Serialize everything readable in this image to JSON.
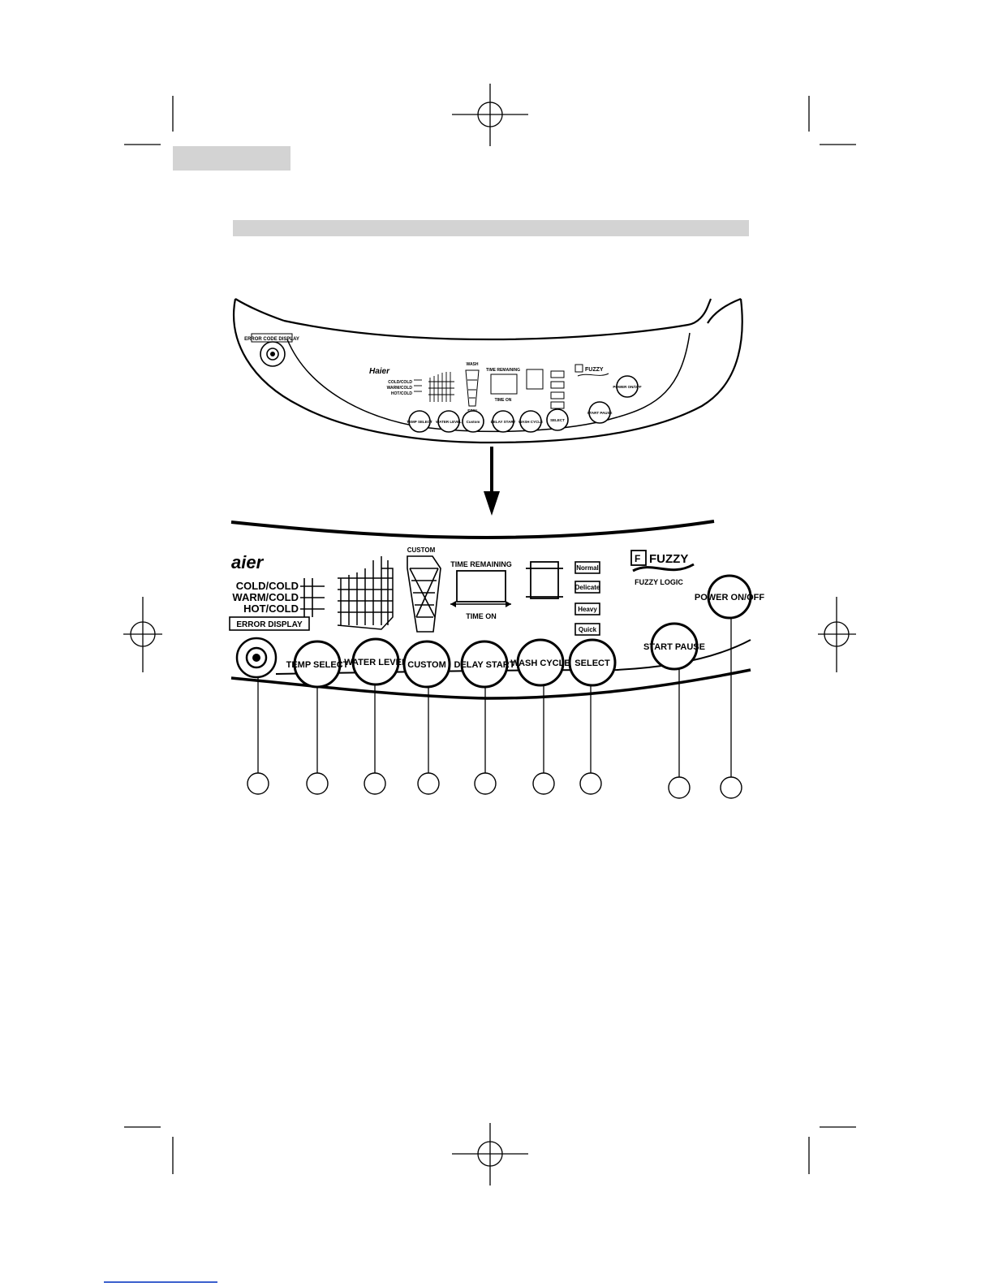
{
  "header": {
    "tab_label": "",
    "section_title": ""
  },
  "panel_small": {
    "brand": "Haier",
    "display_label": "ERROR CODE DISPLAY",
    "temp_labels": [
      "COLD/COLD",
      "WARM/COLD",
      "HOT/COLD"
    ],
    "wash_label": "WASH",
    "spin_label": "SPIN",
    "time_remaining": "TIME REMAINING",
    "time_on": "TIME ON",
    "fuzzy": "FUZZY",
    "buttons": [
      "TEMP SELECT",
      "WATER LEVEL",
      "Custom",
      "DELAY START",
      "WASH CYCLE",
      "SELECT",
      "START PAUSE",
      "POWER ON/OFF"
    ]
  },
  "panel_zoom": {
    "brand": "aier",
    "temp_labels": [
      "COLD/COLD",
      "WARM/COLD",
      "HOT/COLD"
    ],
    "display_label": "ERROR DISPLAY",
    "time_remaining": "TIME REMAINING",
    "time_on": "TIME ON",
    "fuzzy": "FUZZY",
    "fuzzy_sub": "FUZZY LOGIC",
    "custom_top": "CUSTOM",
    "cycle_labels": [
      "Normal",
      "Delicate",
      "Heavy",
      "Quick"
    ],
    "buttons": {
      "temp": "TEMP SELECT",
      "water": "WATER LEVEL",
      "custom": "CUSTOM",
      "delay": "DELAY START",
      "wash": "WASH CYCLE",
      "select": "SELECT",
      "start": "START PAUSE",
      "power": "POWER ON/OFF"
    }
  },
  "callouts": {
    "count": 9,
    "numbers": [
      "",
      "",
      "",
      "",
      "",
      "",
      "",
      "",
      ""
    ]
  },
  "colors": {
    "line": "#000000",
    "header_fill": "#d3d3d3",
    "footer_line": "#3a5fcd"
  }
}
